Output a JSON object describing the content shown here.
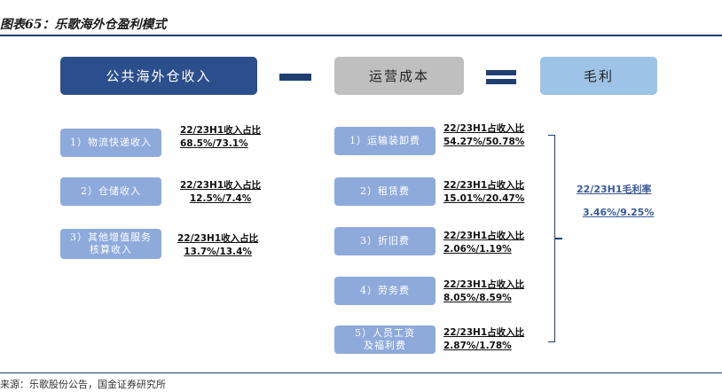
{
  "header": {
    "title": "图表65：乐歌海外仓盈利模式"
  },
  "footer": {
    "source": "来源：乐歌股份公告，国金证券研究所"
  },
  "colors": {
    "dark_blue": "#2b4f8c",
    "gray": "#bfbfbf",
    "light_blue": "#9dc3e6",
    "item_blue": "#8eaadb",
    "accent": "#1f3f73"
  },
  "main_boxes": {
    "revenue": "公共海外仓收入",
    "cost": "运营成本",
    "gross_profit": "毛利"
  },
  "revenue_items": [
    {
      "label_lines": [
        "1）物流快递收入"
      ],
      "ratio_label": "22/23H1收入占比",
      "ratio_value": "68.5%/73.1%"
    },
    {
      "label_lines": [
        "2）仓储收入"
      ],
      "ratio_label": "22/23H1收入占比",
      "ratio_value": "12.5%/7.4%"
    },
    {
      "label_lines": [
        "3）其他增值服务",
        "核算收入"
      ],
      "ratio_label": "22/23H1收入占比",
      "ratio_value": "13.7%/13.4%"
    }
  ],
  "cost_items": [
    {
      "label_lines": [
        "1）运输装卸费"
      ],
      "ratio_label": "22/23H1占收入比",
      "ratio_value": "54.27%/50.78%"
    },
    {
      "label_lines": [
        "2）租赁费"
      ],
      "ratio_label": "22/23H1占收入比",
      "ratio_value": "15.01%/20.47%"
    },
    {
      "label_lines": [
        "3）折旧费"
      ],
      "ratio_label": "22/23H1占收入比",
      "ratio_value": "2.06%/1.19%"
    },
    {
      "label_lines": [
        "4）劳务费"
      ],
      "ratio_label": "22/23H1占收入比",
      "ratio_value": "8.05%/8.59%"
    },
    {
      "label_lines": [
        "5）人员工资",
        "及福利费"
      ],
      "ratio_label": "22/23H1占收入比",
      "ratio_value": "2.87%/1.78%"
    }
  ],
  "gross_margin": {
    "label": "22/23H1毛利率",
    "value": "3.46%/9.25%"
  }
}
